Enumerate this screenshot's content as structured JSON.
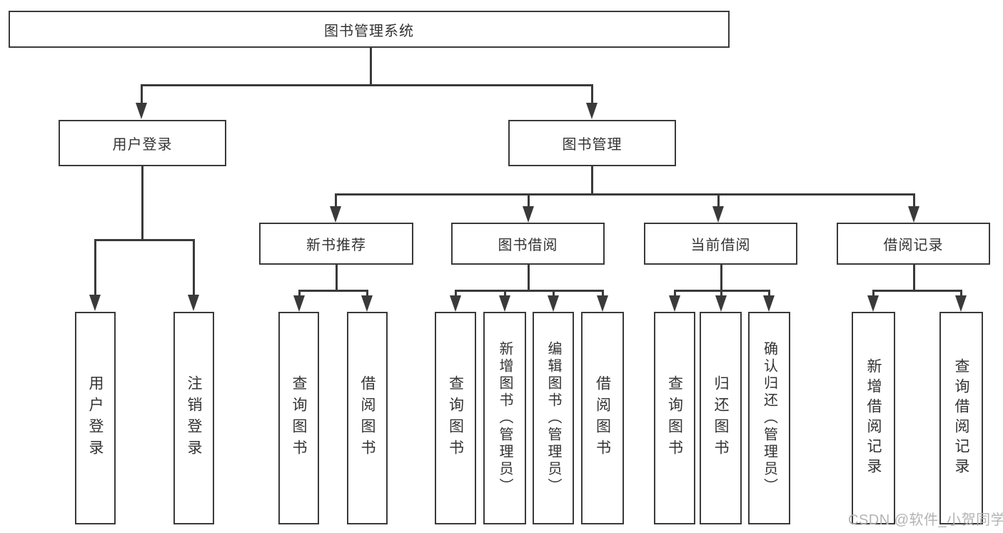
{
  "diagram": {
    "root": {
      "label": "图书管理系统"
    },
    "level2": [
      {
        "label": "用户登录"
      },
      {
        "label": "图书管理"
      }
    ],
    "level3": [
      {
        "label": "新书推荐"
      },
      {
        "label": "图书借阅"
      },
      {
        "label": "当前借阅"
      },
      {
        "label": "借阅记录"
      }
    ],
    "leaves": {
      "user_login": [
        {
          "label": "用户登录"
        },
        {
          "label": "注销登录"
        }
      ],
      "new_books": [
        {
          "label": "查询图书"
        },
        {
          "label": "借阅图书"
        }
      ],
      "book_borrowing": [
        {
          "label": "查询图书"
        },
        {
          "label": "新增图书（管理员）"
        },
        {
          "label": "编辑图书（管理员）"
        },
        {
          "label": "借阅图书"
        }
      ],
      "current_borrowing": [
        {
          "label": "查询图书"
        },
        {
          "label": "归还图书"
        },
        {
          "label": "确认归还（管理员）"
        }
      ],
      "borrowing_records": [
        {
          "label": "新增借阅记录"
        },
        {
          "label": "查询借阅记录"
        }
      ]
    },
    "watermark": "CSDN @软件_小贺同学",
    "colors": {
      "line": "#3a3a3a",
      "text": "#333333",
      "watermark": "#b3b3b3",
      "background": "#ffffff"
    }
  }
}
